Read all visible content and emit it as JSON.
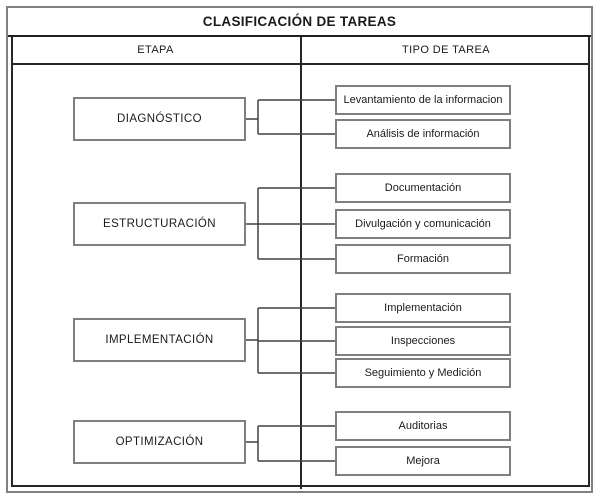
{
  "diagram": {
    "title": "CLASIFICACIÓN DE TAREAS",
    "columns": [
      "ETAPA",
      "TIPO DE TAREA"
    ],
    "groups": [
      {
        "stage": "DIAGNÓSTICO",
        "tasks": [
          "Levantamiento de la informacion",
          "Análisis de información"
        ]
      },
      {
        "stage": "ESTRUCTURACIÓN",
        "tasks": [
          "Documentación",
          "Divulgación y comunicación",
          "Formación"
        ]
      },
      {
        "stage": "IMPLEMENTACIÓN",
        "tasks": [
          "Implementación",
          "Inspecciones",
          "Seguimiento y Medición"
        ]
      },
      {
        "stage": "OPTIMIZACIÓN",
        "tasks": [
          "Auditorias",
          "Mejora"
        ]
      }
    ],
    "colors": {
      "box_border": "#7f7f7f",
      "table_border": "#262626",
      "connector": "#404040",
      "text": "#1a1a1a"
    }
  }
}
